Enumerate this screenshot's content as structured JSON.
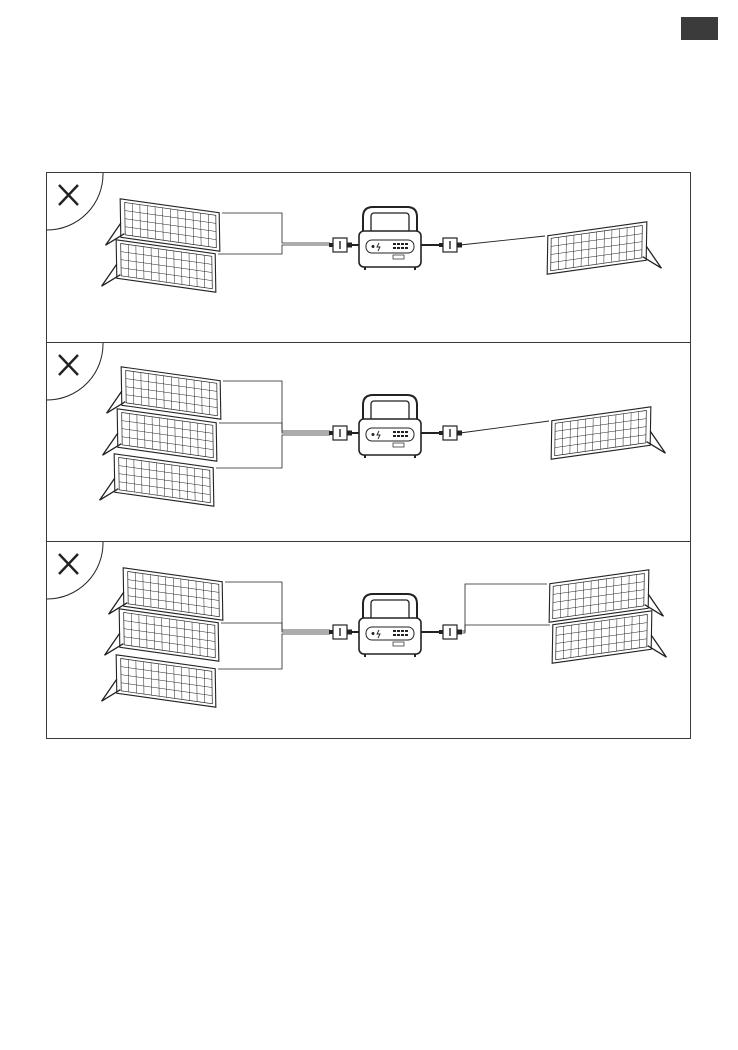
{
  "page": {
    "tab_color": "#3b3b3b"
  },
  "diagram": {
    "panels": [
      {
        "id": "panel-1",
        "status_icon": "cross-icon",
        "left_panels": 2,
        "right_panels": 1
      },
      {
        "id": "panel-2",
        "status_icon": "cross-icon",
        "left_panels": 3,
        "right_panels": 1
      },
      {
        "id": "panel-3",
        "status_icon": "cross-icon",
        "left_panels": 3,
        "right_panels": 2
      }
    ],
    "line_color": "#222222"
  }
}
